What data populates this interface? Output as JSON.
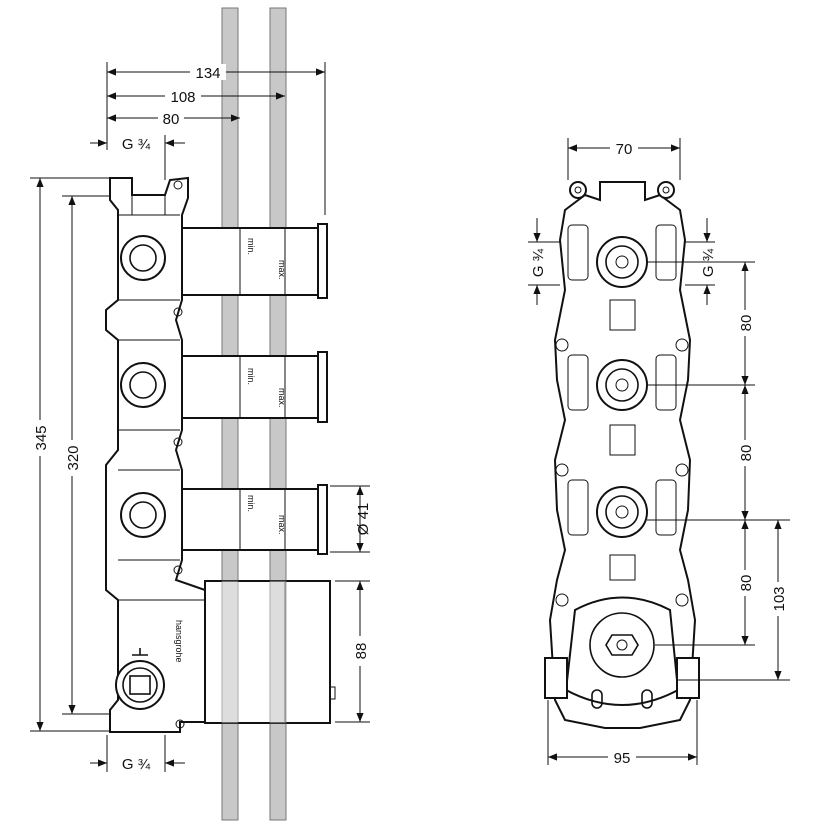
{
  "side_view": {
    "dimensions": {
      "overall_depth": "134",
      "depth_to_max": "108",
      "depth_to_min": "80",
      "connection_top": "G ¾",
      "overall_height": "345",
      "connection_spacing": "320",
      "handle_diameter": "Ø 41",
      "box_height": "88",
      "connection_bottom": "G ¾"
    },
    "markers": [
      {
        "min": "min.",
        "max": "max."
      },
      {
        "min": "min.",
        "max": "max."
      },
      {
        "min": "min.",
        "max": "max."
      }
    ],
    "brand_logo": "hansgrohe"
  },
  "front_view": {
    "dimensions": {
      "width_top": "70",
      "connection_left": "G ¾",
      "connection_right": "G ¾",
      "spacing_1": "80",
      "spacing_2": "80",
      "spacing_3": "80",
      "bottom_offset": "103",
      "width_bottom": "95"
    }
  },
  "colors": {
    "line": "#111111",
    "wall_bar": "#c8c8c8"
  }
}
